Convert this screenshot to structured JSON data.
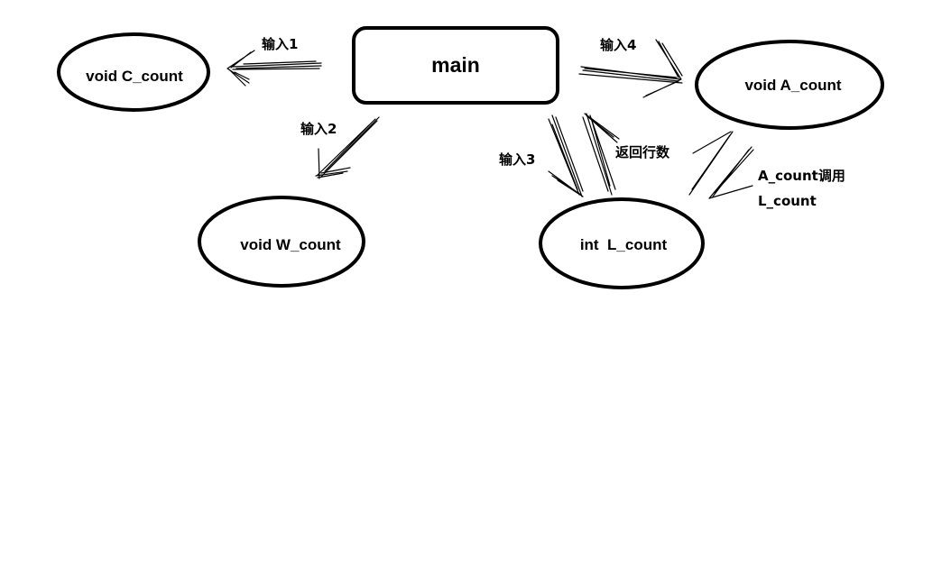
{
  "diagram": {
    "title": "Program structure",
    "nodes": {
      "main": {
        "label": "main",
        "shape": "rounded-rect"
      },
      "c_count": {
        "label": "void C_count",
        "shape": "ellipse"
      },
      "w_count": {
        "label": "void W_count",
        "shape": "ellipse"
      },
      "a_count": {
        "label": "void A_count",
        "shape": "ellipse"
      },
      "l_count": {
        "label": "int  L_count",
        "shape": "ellipse"
      }
    },
    "edges": {
      "main_to_c": {
        "from": "main",
        "to": "c_count",
        "label": "输入1"
      },
      "main_to_w": {
        "from": "main",
        "to": "w_count",
        "label": "输入2"
      },
      "main_to_l": {
        "from": "main",
        "to": "l_count",
        "label": "输入3"
      },
      "l_to_main": {
        "from": "l_count",
        "to": "main",
        "label": "返回行数"
      },
      "main_to_a": {
        "from": "main",
        "to": "a_count",
        "label": "输入4"
      },
      "a_to_l": {
        "from": "a_count",
        "to": "l_count",
        "label_line1": "A_count调用",
        "label_line2": "L_count"
      }
    },
    "colors": {
      "ink": "#000000",
      "background": "#ffffff"
    }
  }
}
